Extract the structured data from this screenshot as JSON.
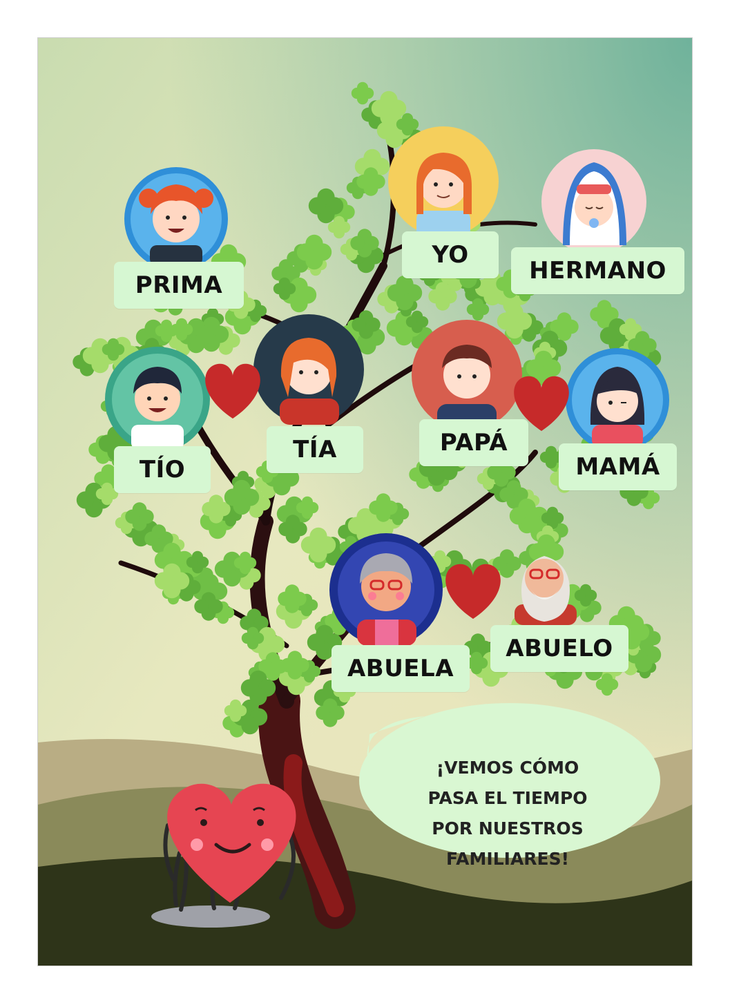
{
  "labels": {
    "prima": "PRIMA",
    "yo": "YO",
    "hermano": "HERMANO",
    "tio": "TÍO",
    "tia": "TÍA",
    "papa": "PAPÁ",
    "mama": "MAMÁ",
    "abuela": "ABUELA",
    "abuelo": "ABUELO"
  },
  "speech_bubble": {
    "lines": [
      "¡VEMOS CÓMO",
      "PASA EL TIEMPO",
      "POR NUESTROS",
      "FAMILIARES!"
    ]
  },
  "colors": {
    "sky_top": "#7bb8a1",
    "sky_bottom": "#eae6bc",
    "label_bg": "#d6f7d2",
    "heart": "#c62a2a",
    "leaf": "#7ccb4c",
    "trunk": "#3a1515",
    "bubble": "#d9f7d2"
  },
  "icons": [
    "girl-redhead-avatar",
    "girl-avatar",
    "baby-avatar",
    "man-avatar",
    "woman-redhead-avatar",
    "man-suit-avatar",
    "woman-dark-hair-avatar",
    "grandmother-avatar",
    "grandfather-avatar",
    "heart-icon",
    "heart-mascot"
  ]
}
